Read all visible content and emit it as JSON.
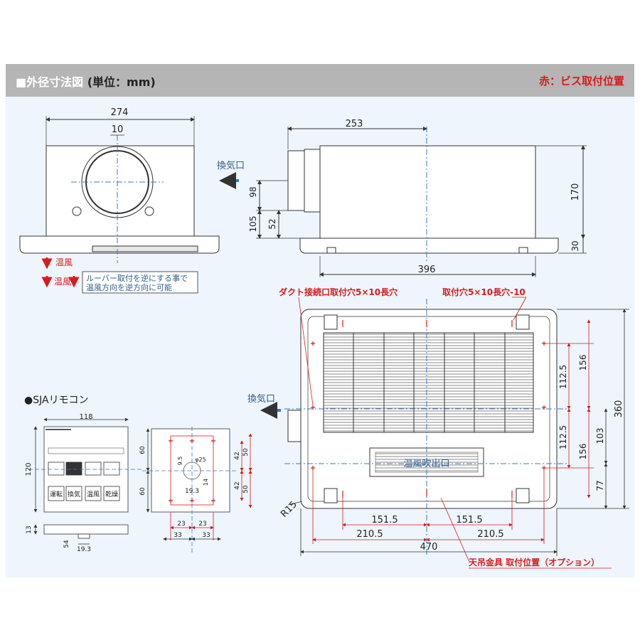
{
  "header": {
    "title_main": "■外径寸法図",
    "title_unit": "(単位：mm)",
    "screw_note": "赤：ビス取付位置"
  },
  "colors": {
    "line": "#333333",
    "dim": "#2f5f8f",
    "red": "#d81b1b",
    "center": "#3a7abf",
    "panel": "#eef5fc"
  },
  "front_view": {
    "width": "274",
    "center_offset": "10",
    "warm_air": "温風",
    "louver_note_1": "ルーバー取付を逆にする事で",
    "louver_note_2": "温風方向を逆方向に可能"
  },
  "side_view": {
    "depth_top": "253",
    "depth_bottom": "396",
    "height": "170",
    "flange": "30",
    "exhaust_label": "換気口",
    "dims_left": [
      "98",
      "105",
      "52"
    ]
  },
  "top_view": {
    "duct_note": "ダクト接続口取付穴5×10長穴",
    "mount_note": "取付穴5×10長穴-10",
    "exhaust_label": "換気口",
    "outlet_label": "温風吹出口",
    "radius": "R15",
    "width": "470",
    "bottom_dims": [
      "151.5",
      "151.5",
      "210.5",
      "210.5"
    ],
    "right_dims": [
      "112.5",
      "156",
      "112.5",
      "156",
      "103",
      "77",
      "360"
    ],
    "hanger_note": "天吊金具 取付位置（オプション）"
  },
  "remote": {
    "title": "●SJAリモコン",
    "width": "118",
    "height": "120",
    "depth": "13",
    "bottom_dims": [
      "54",
      "19.3"
    ],
    "button_labels": [
      "運転",
      "換気",
      "温風",
      "乾燥"
    ],
    "mount_dims_h": [
      "23",
      "23",
      "33",
      "33",
      "19.3"
    ],
    "mount_dims_v": [
      "60",
      "60",
      "42",
      "42",
      "50",
      "50",
      "9.5",
      "14"
    ],
    "hole": "φ25"
  }
}
